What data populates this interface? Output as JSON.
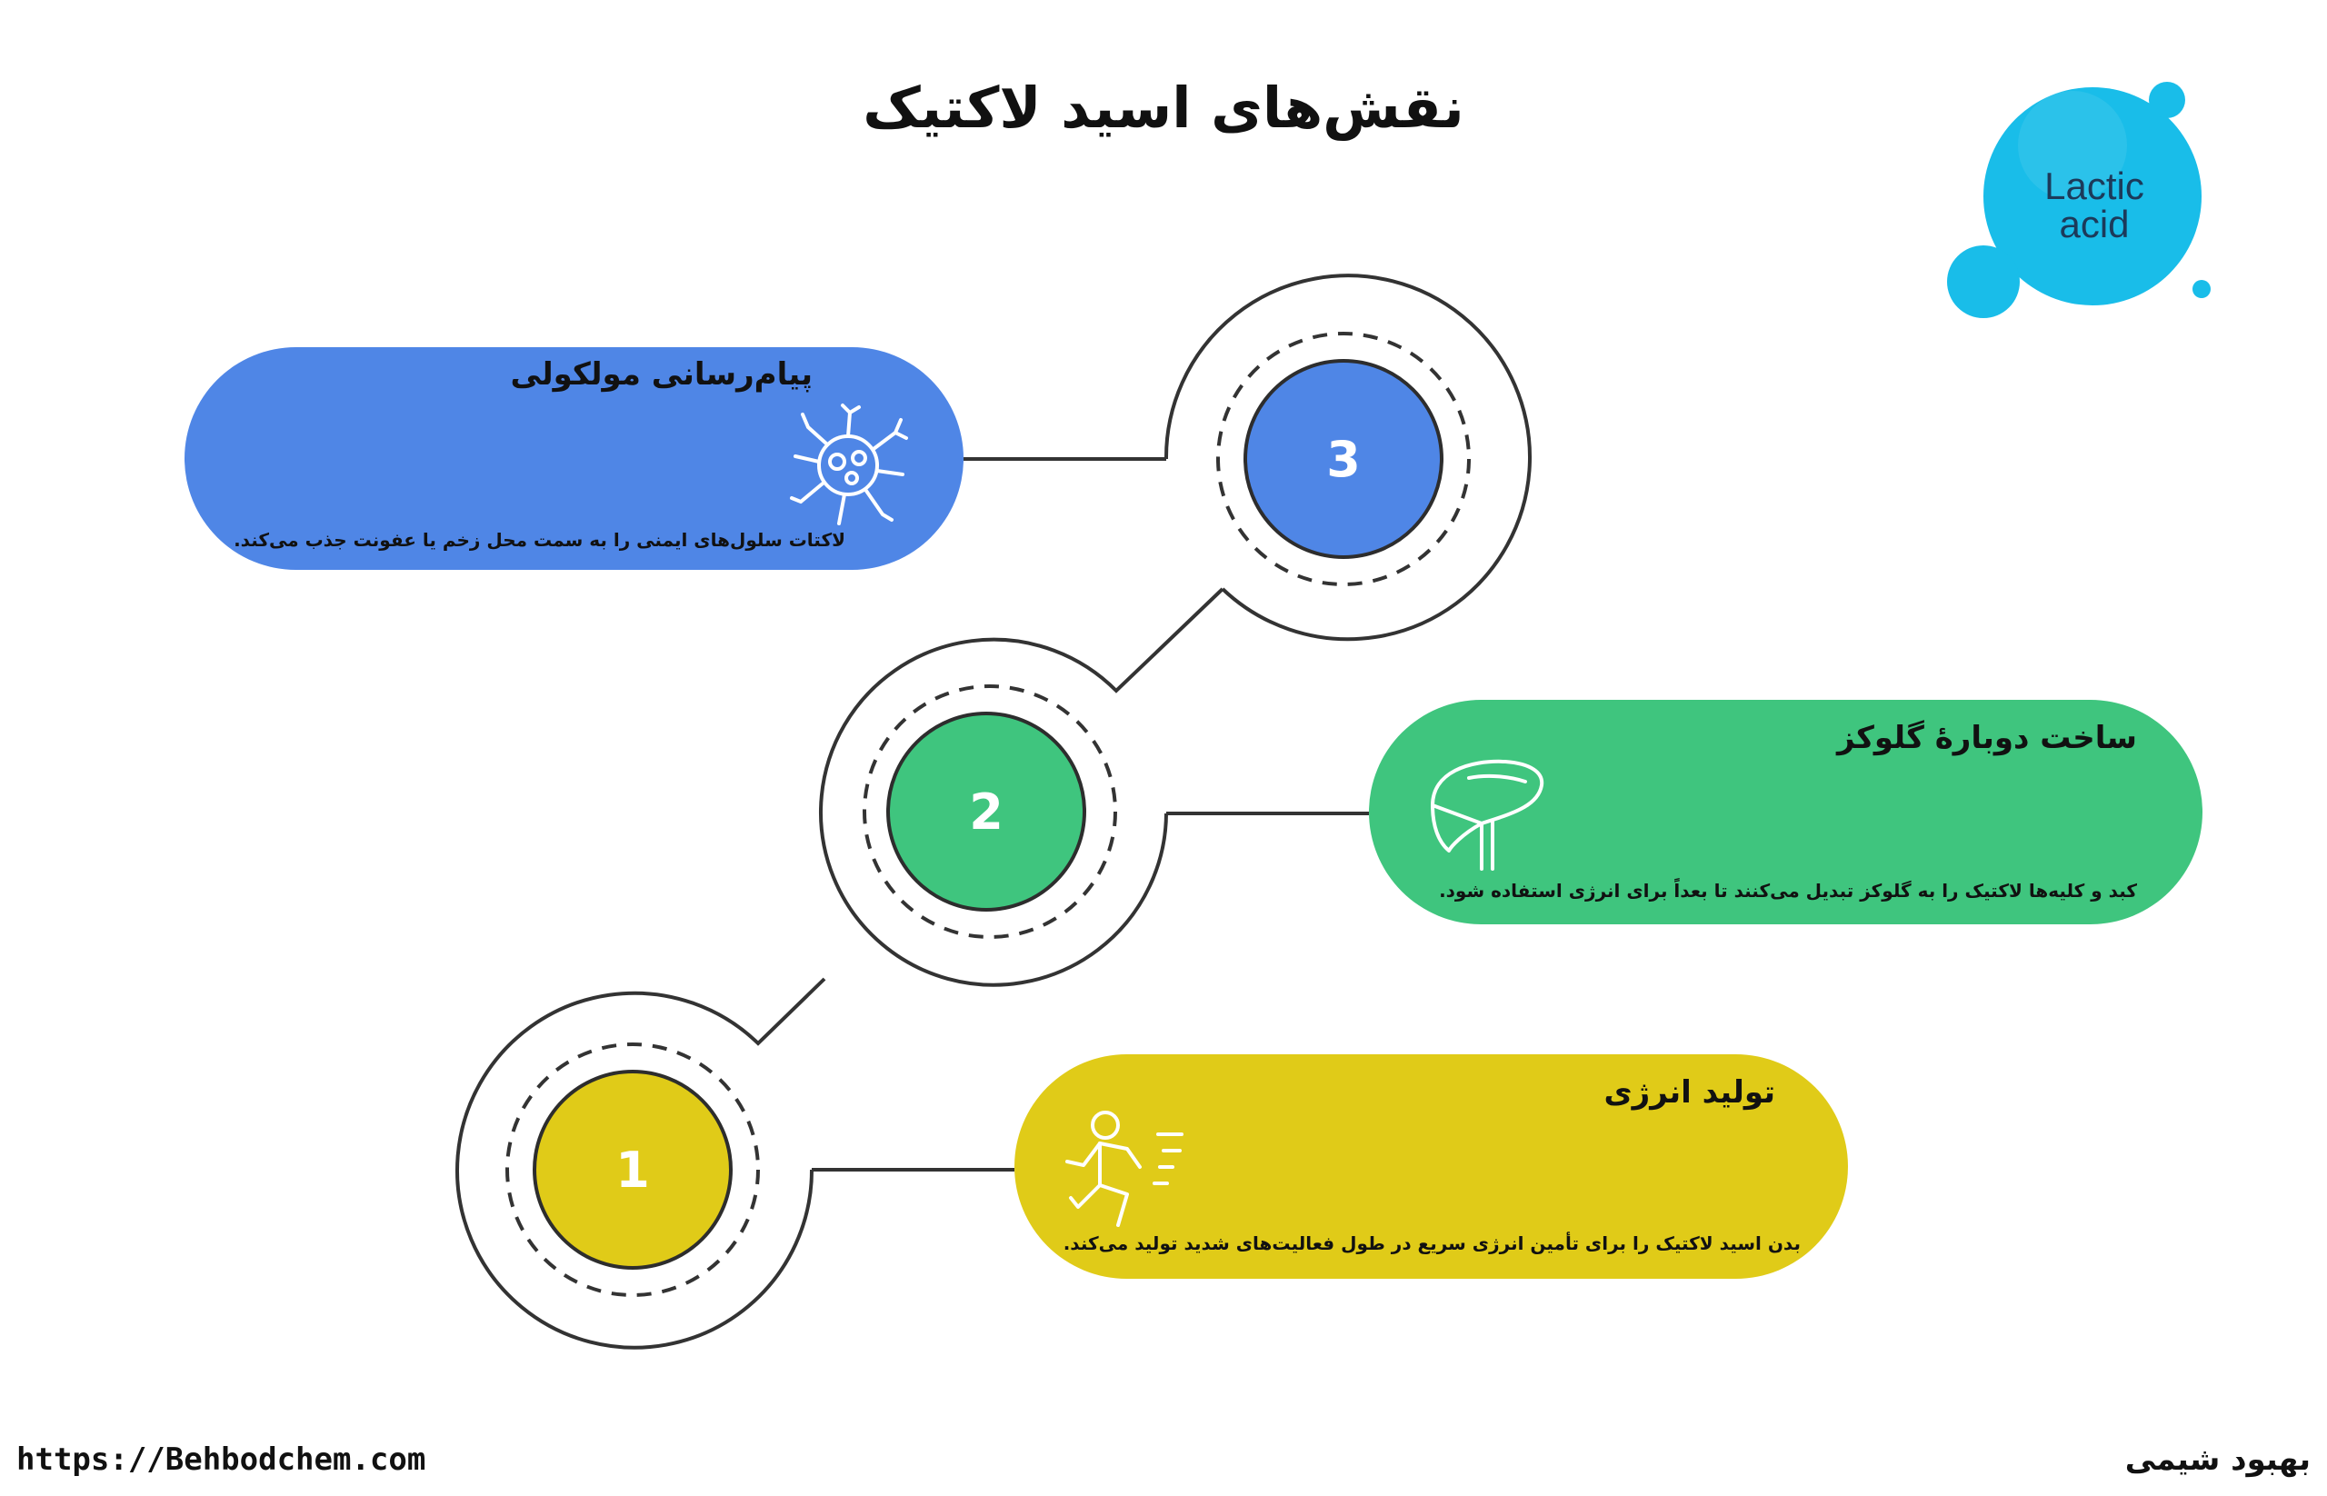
{
  "title": "نقش‌های اسید لاکتیک",
  "logo": {
    "line1": "Lactic",
    "line2": "acid",
    "color": "#19bde9",
    "text_color": "#1c3a5a"
  },
  "steps": [
    {
      "number": "3",
      "heading": "پیام‌رسانی مولکولی",
      "description": "لاکتات سلول‌های ایمنی را به سمت محل زخم یا عفونت جذب می‌کند.",
      "icon": "immune-cell-icon",
      "color": "#4f86e6"
    },
    {
      "number": "2",
      "heading": "ساخت دوبارهٔ گلوکز",
      "description": "کبد و کلیه‌ها لاکتیک را به گلوکز تبدیل می‌کنند تا بعداً برای انرژی استفاده شود.",
      "icon": "liver-icon",
      "color": "#3fc57e"
    },
    {
      "number": "1",
      "heading": "تولید انرژی",
      "description": "بدن اسید لاکتیک را برای تأمین انرژی سریع در طول فعالیت‌های شدید تولید می‌کند.",
      "icon": "running-person-icon",
      "color": "#e0cb18"
    }
  ],
  "footer": {
    "url": "https://Behbodchem.com",
    "brand": "بهبود شیمی"
  }
}
